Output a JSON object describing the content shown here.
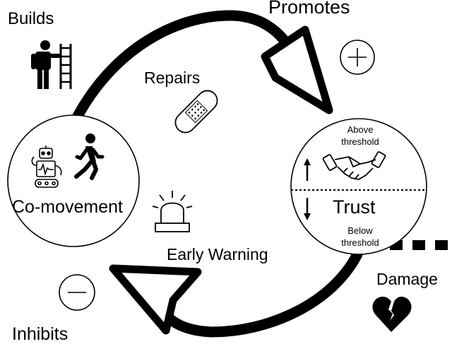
{
  "labels": {
    "builds": "Builds",
    "promotes": "Promotes",
    "repairs": "Repairs",
    "co_movement": "Co-movement",
    "trust": "Trust",
    "above_threshold": "Above threshold",
    "below_threshold": "Below threshold",
    "early_warning": "Early Warning",
    "damage": "Damage",
    "inhibits": "Inhibits"
  },
  "icons": {
    "builder": "person-with-ladder-icon",
    "bandage": "bandage-icon",
    "robot": "robot-icon",
    "walker": "walking-person-icon",
    "handshake": "handshake-icon",
    "alarm": "warning-beacon-icon",
    "broken_heart": "broken-heart-icon",
    "plus": "plus-icon",
    "minus": "minus-icon",
    "up_arrow": "up-arrow-icon",
    "down_arrow": "down-arrow-icon"
  },
  "colors": {
    "ink": "#000000",
    "background": "#ffffff"
  }
}
